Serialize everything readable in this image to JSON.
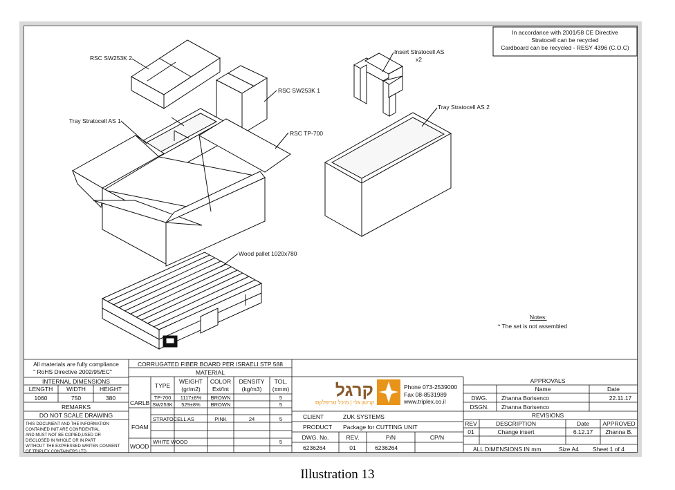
{
  "ce_note": {
    "line1": "In accordance with 2001/58 CE Directive",
    "line2": "Stratocell can be recycled",
    "line3": "Cardboard can be recycled - RESY 4396 (C.O.C)"
  },
  "callouts": {
    "rsc_sw253k_2": "RSC SW253K 2",
    "rsc_sw253k_1": "RSC SW253K 1",
    "tray_stratocell_as_1": "Tray Stratocell AS 1",
    "rsc_tp700": "RSC TP-700",
    "insert_stratocell_as": "Insert Stratocell AS",
    "insert_qty": "x2",
    "tray_stratocell_as_2": "Tray Stratocell AS 2",
    "wood_pallet": "Wood pallet 1020x780"
  },
  "notes": {
    "title": "Notes:",
    "item1": "*  The set is not assembled"
  },
  "compliance": {
    "line1": "All materials are fully compliance",
    "line2": "\" RoHS Directive 2002/95/EC\""
  },
  "internal_dimensions": {
    "title": "INTERNAL DIMENSIONS",
    "headers": [
      "LENGTH",
      "WIDTH",
      "HEIGHT"
    ],
    "values": [
      "1060",
      "750",
      "380"
    ]
  },
  "remarks": {
    "title": "REMARKS",
    "do_not_scale": "DO NOT SCALE DRAWING",
    "confidential": [
      "THIS DOCUMENT AND THE INFORMATION",
      "CONTAINED INIT ARE CONFIDENTIAL",
      "AND MUST NOT BE COPIED,USED OR",
      "DISCLOSED IN WHOLE OR IN PART",
      "WITHOUT THE EXPRESSED WRITEN CONSENT",
      "OF TRIPLEX CONTAINERS LTD"
    ]
  },
  "material": {
    "spec": "CORRUGATED FIBER BOARD PER ISRAELI STP 588",
    "title": "MATERIAL",
    "headers": [
      "TYPE",
      "WEIGHT",
      "COLOR",
      "DENSITY",
      "TOL."
    ],
    "subheaders": [
      "(gr/m2)",
      "Ext/Int",
      "(kg/m3)",
      "(±mm)"
    ],
    "groups": {
      "carlb": "CARLB",
      "foam": "FOAM",
      "wood": "WOOD"
    },
    "rows": [
      {
        "type": "TP-700",
        "weight": "1117±8%",
        "color": "BROWN",
        "density": "",
        "tol": "5"
      },
      {
        "type": "SW253K",
        "weight": "529±8%",
        "color": "BROWN",
        "density": "",
        "tol": "5"
      },
      {
        "type": "STRATOCELL AS",
        "weight": "",
        "color": "PINK",
        "density": "24",
        "tol": "5"
      },
      {
        "type": "WHITE WOOD",
        "weight": "",
        "color": "",
        "density": "",
        "tol": "5"
      }
    ]
  },
  "company": {
    "logo_text": "קרגל",
    "logo_subtitle": "קרטון גלי | מיכל טריפלקס",
    "phone": "Phone  073-2539000",
    "fax": "Fax   08-8531989",
    "web": "www.triplex.co.il",
    "brand_color": "#e8941a"
  },
  "project": {
    "client_label": "CLIENT",
    "client": "ZUK SYSTEMS",
    "product_label": "PRODUCT",
    "product": "Package for CUTTING UNIT",
    "headers": [
      "DWG. No.",
      "REV.",
      "P/N",
      "CP/N"
    ],
    "dwg_no": "6236264",
    "rev": "01",
    "pn": "6236264",
    "cpn": ""
  },
  "approvals": {
    "title": "APPROVALS",
    "headers": [
      "Name",
      "Date"
    ],
    "rows": [
      {
        "role": "DWG.",
        "name": "Zhanna Borisenco",
        "date": "22.11.17"
      },
      {
        "role": "DSGN.",
        "name": "Zhanna Borisenco",
        "date": ""
      }
    ]
  },
  "revisions": {
    "title": "REVISIONS",
    "headers": [
      "REV",
      "DESCRIPTION",
      "Date",
      "APPROVED"
    ],
    "rows": [
      {
        "rev": "01",
        "description": "Change insert",
        "date": "6.12.17",
        "approved": "Zhanna B."
      }
    ]
  },
  "footer": {
    "dimensions": "ALL DIMENSIONS IN mm",
    "size": "Size A4",
    "sheet": "Sheet 1 of 4"
  },
  "caption": "Illustration 13"
}
